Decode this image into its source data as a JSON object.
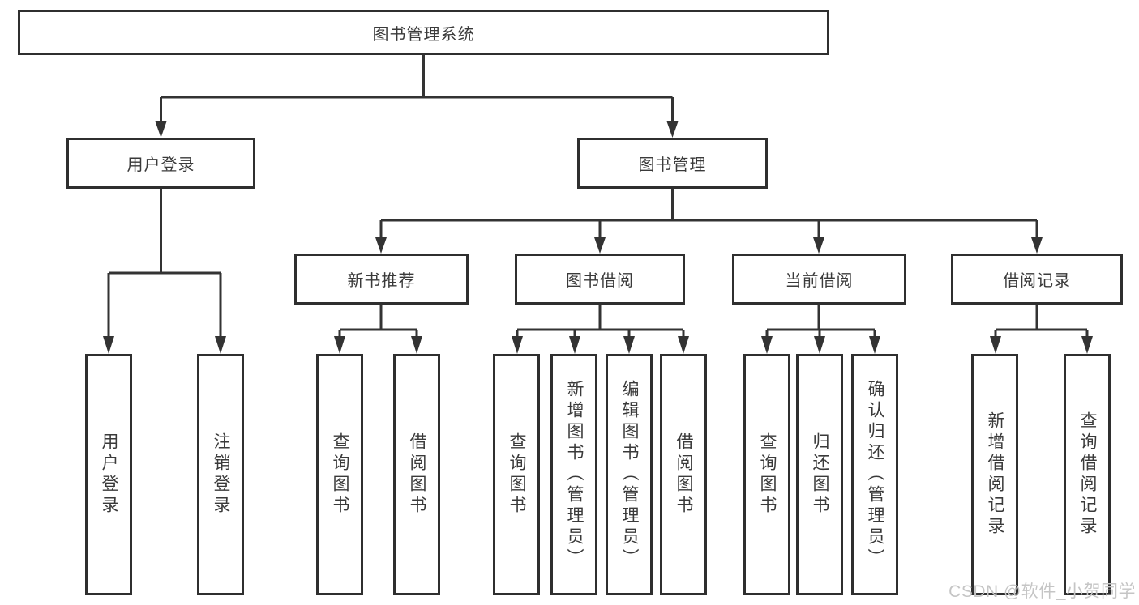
{
  "diagram": {
    "title": "图书管理系统",
    "level2": [
      {
        "label": "用户登录"
      },
      {
        "label": "图书管理"
      }
    ],
    "level3": [
      {
        "label": "新书推荐",
        "parent": "图书管理"
      },
      {
        "label": "图书借阅",
        "parent": "图书管理"
      },
      {
        "label": "当前借阅",
        "parent": "图书管理"
      },
      {
        "label": "借阅记录",
        "parent": "图书管理"
      }
    ],
    "leaves": [
      {
        "label": "用户登录",
        "parent": "用户登录"
      },
      {
        "label": "注销登录",
        "parent": "用户登录"
      },
      {
        "label": "查询图书",
        "parent": "新书推荐"
      },
      {
        "label": "借阅图书",
        "parent": "新书推荐"
      },
      {
        "label": "查询图书",
        "parent": "图书借阅"
      },
      {
        "label": "新增图书（管理员）",
        "parent": "图书借阅"
      },
      {
        "label": "编辑图书（管理员）",
        "parent": "图书借阅"
      },
      {
        "label": "借阅图书",
        "parent": "图书借阅"
      },
      {
        "label": "查询图书",
        "parent": "当前借阅"
      },
      {
        "label": "归还图书",
        "parent": "当前借阅"
      },
      {
        "label": "确认归还（管理员）",
        "parent": "当前借阅"
      },
      {
        "label": "新增借阅记录",
        "parent": "借阅记录"
      },
      {
        "label": "查询借阅记录",
        "parent": "借阅记录"
      }
    ]
  },
  "watermark": {
    "text": "CSDN @软件_小贺同学"
  },
  "colors": {
    "line": "#333333",
    "box_border": "#2f2f2f",
    "text": "#3a3a3a",
    "watermark": "#c5c5c5",
    "background": "#ffffff"
  }
}
